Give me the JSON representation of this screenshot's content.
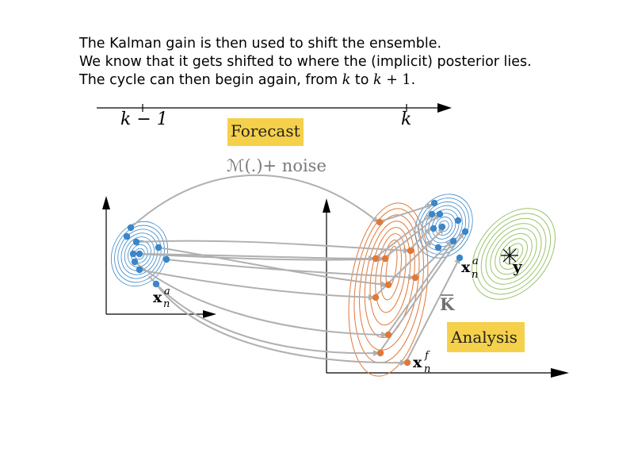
{
  "text": {
    "line1": "The Kalman gain is then used to shift the ensemble.",
    "line2": "We know that it gets shifted to where the (implicit) posterior lies.",
    "line3_prefix": "The cycle can then begin again, from ",
    "line3_k": "k",
    "line3_to": " to ",
    "line3_k2": "k",
    "line3_plus1": " + 1",
    "line3_dot": "."
  },
  "diagram": {
    "timeline": {
      "left_label": "k − 1",
      "right_label": "k"
    },
    "forecast_label": "Forecast",
    "model_label": "ℳ(.)+ noise",
    "analysis_label": "Analysis",
    "gain_label": "K",
    "xa_left": {
      "base": "x",
      "sup": "a",
      "sub": "n"
    },
    "xa_right": {
      "base": "x",
      "sup": "a",
      "sub": "n"
    },
    "xf": {
      "base": "x",
      "sup": "f",
      "sub": "n"
    },
    "obs_label": "y",
    "colors": {
      "blue": "#3a86c8",
      "orange": "#e07838",
      "green": "#9ac46a",
      "arrows": "#b0b0b0",
      "highlight": "#f5d04a"
    }
  }
}
